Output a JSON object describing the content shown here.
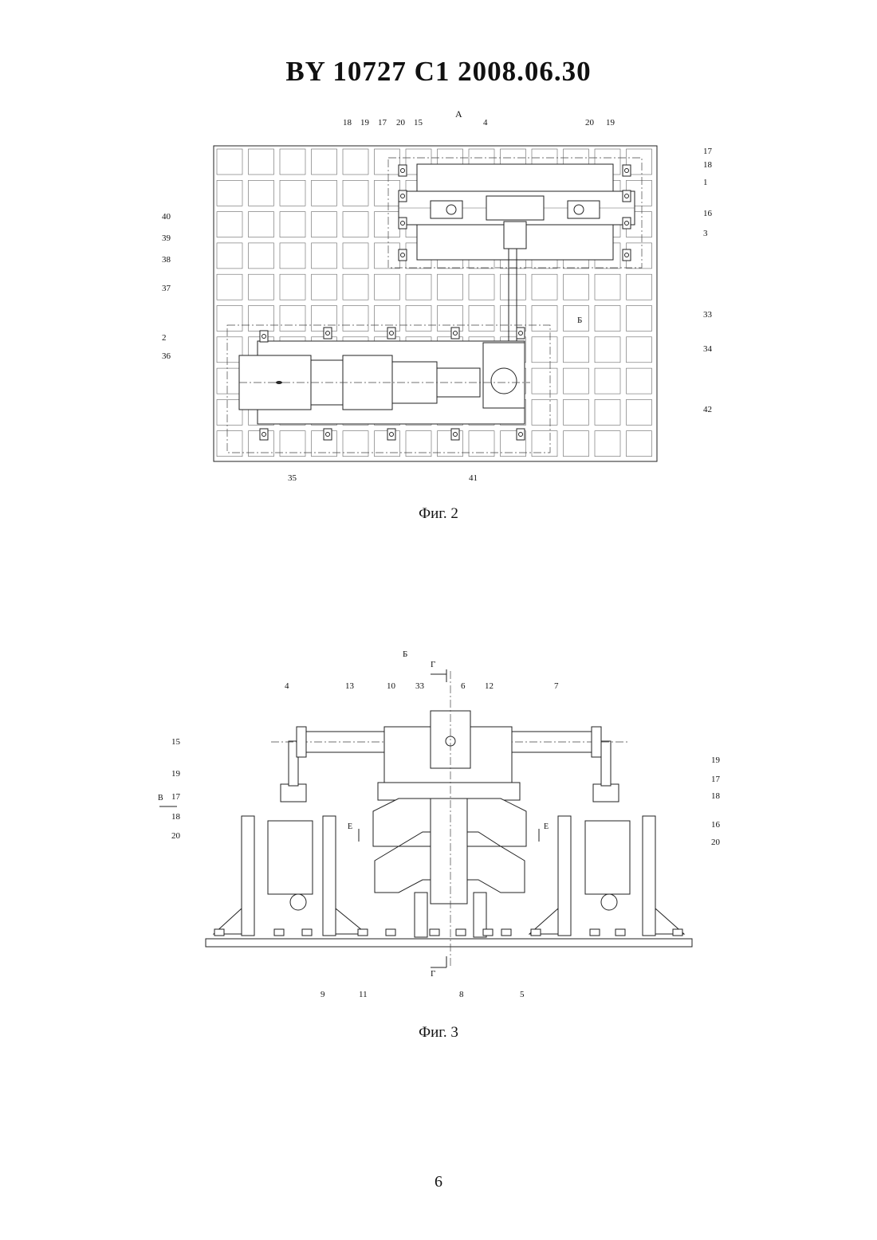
{
  "header": {
    "title": "BY  10727  C1  2008.06.30"
  },
  "fig2": {
    "caption": "Фиг. 2",
    "view_label": "А",
    "arrow_label": "Б",
    "callouts_top": [
      "18",
      "19",
      "17",
      "20",
      "15",
      "4"
    ],
    "callouts_top_right": [
      "20",
      "19"
    ],
    "callouts_right": [
      "17",
      "18",
      "1",
      "16",
      "3",
      "33",
      "34",
      "42"
    ],
    "callouts_left": [
      "40",
      "39",
      "38",
      "37",
      "2",
      "36"
    ],
    "callouts_bottom": [
      "35",
      "41"
    ]
  },
  "fig3": {
    "caption": "Фиг. 3",
    "view_label": "Б",
    "section_labels": {
      "g_top": "Г",
      "g_bottom": "Г",
      "e_left": "Е",
      "e_right": "Е",
      "v": "В"
    },
    "callouts_top": [
      "4",
      "13",
      "10",
      "33",
      "6",
      "12",
      "7"
    ],
    "callouts_left": [
      "15",
      "19",
      "17",
      "18",
      "20"
    ],
    "callouts_right": [
      "19",
      "17",
      "18",
      "16",
      "20"
    ],
    "callouts_bottom": [
      "9",
      "11",
      "8",
      "5"
    ]
  },
  "footer": {
    "page_number": "6"
  }
}
